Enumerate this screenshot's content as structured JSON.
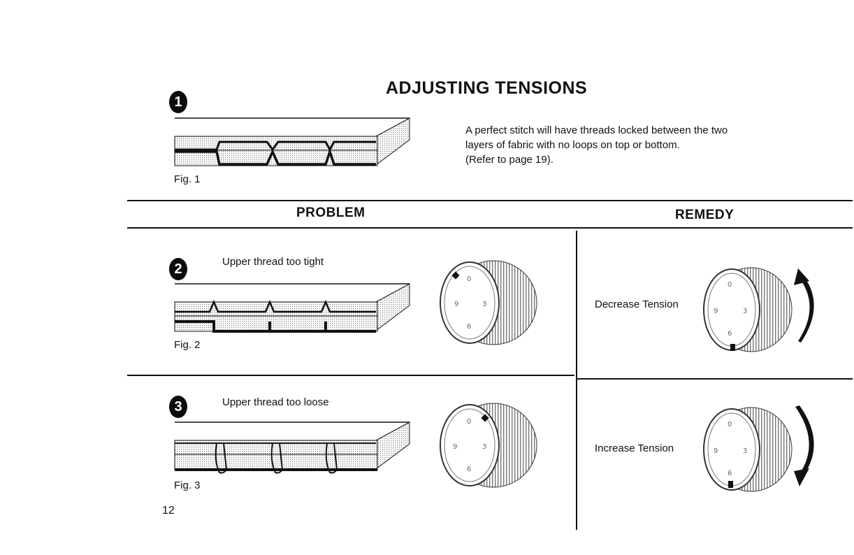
{
  "page": {
    "title": "ADJUSTING TENSIONS",
    "intro": [
      "A perfect stitch will have threads locked between the two",
      "layers of fabric with no loops on top or bottom.",
      "(Refer to page 19)."
    ],
    "page_number": "12"
  },
  "section1": {
    "marker": "1",
    "fig_label": "Fig. 1"
  },
  "headers": {
    "problem": "PROBLEM",
    "remedy": "REMEDY"
  },
  "section2": {
    "marker": "2",
    "caption": "Upper thread too tight",
    "fig_label": "Fig. 2",
    "remedy_label": "Decrease Tension"
  },
  "section3": {
    "marker": "3",
    "caption": "Upper thread too loose",
    "fig_label": "Fig. 3",
    "remedy_label": "Increase Tension"
  }
}
